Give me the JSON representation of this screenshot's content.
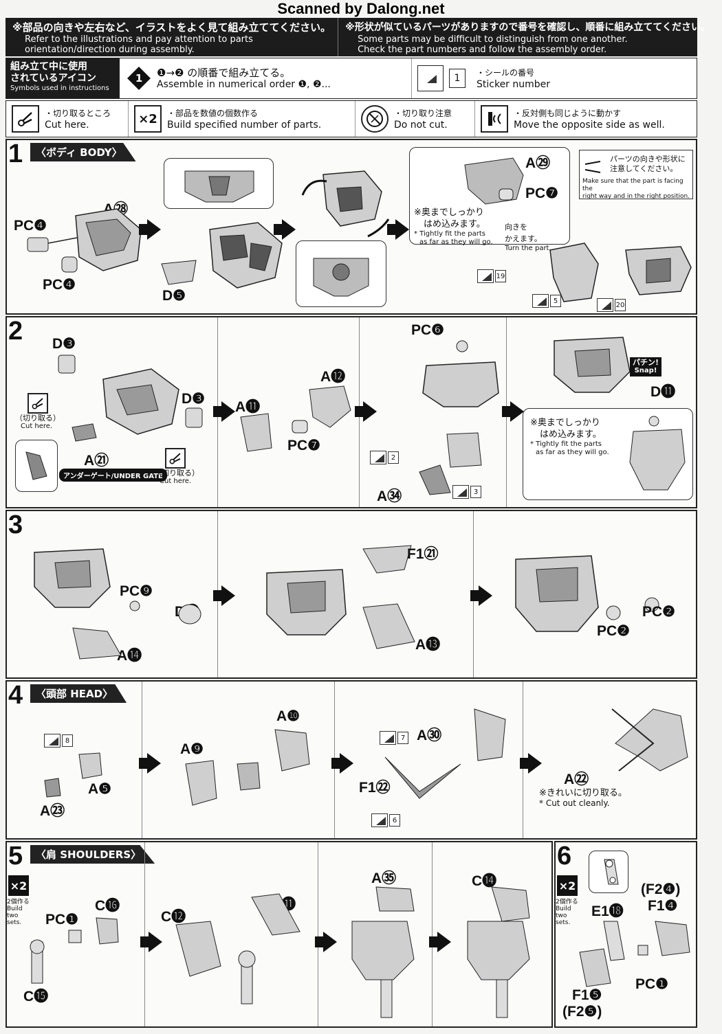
{
  "watermark": "Scanned by Dalong.net",
  "banner": {
    "left_jp": "※部品の向きや左右など、イラストをよく見て組み立ててください。",
    "left_en1": "Refer to the illustrations and pay attention to parts",
    "left_en2": "orientation/direction during assembly.",
    "right_jp": "※形状が似ているパーツがありますので番号を確認し、順番に組み立ててください。",
    "right_en1": "Some parts may be difficult to distinguish from one another.",
    "right_en2": "Check the part numbers and follow the assembly order."
  },
  "legend": {
    "title_jp1": "組み立て中に使用",
    "title_jp2": "されているアイコン",
    "title_en": "Symbols used in instructions",
    "order_jp": "❶→❷ の順番で組み立てる。",
    "order_en": "Assemble in numerical order ❶, ❷...",
    "sticker_jp": "・シールの番号",
    "sticker_en": "Sticker number",
    "sticker_icon_num": "1",
    "cut_jp": "・切り取るところ",
    "cut_en": "Cut here.",
    "build_icon": "×2",
    "build_jp": "・部品を数値の個数作る",
    "build_en": "Build specified number of parts.",
    "nocut_jp": "・切り取り注意",
    "nocut_en": "Do not cut.",
    "move_jp": "・反対側も同じように動かす",
    "move_en": "Move the opposite side as well."
  },
  "steps": {
    "s1": {
      "num": "1",
      "title": "〈ボディ BODY〉",
      "parts": [
        "PC❹",
        "A㉘",
        "PC❹",
        "D❺",
        "A㉙",
        "PC❼"
      ],
      "note1_jp1": "※奥までしっかり",
      "note1_jp2": "はめ込みます。",
      "note1_en1": "* Tightly fit the parts",
      "note1_en2": "as far as they will go.",
      "note2_jp1": "向きを",
      "note2_jp2": "かえます。",
      "note2_en": "Turn the part.",
      "orient_jp1": "パーツの向きや形状に",
      "orient_jp2": "注意してください。",
      "orient_en1": "Make sure that the part is facing the",
      "orient_en2": "right way and in the right position.",
      "stickers": [
        "19",
        "5",
        "20"
      ]
    },
    "s2": {
      "num": "2",
      "parts": [
        "D❸",
        "D❸",
        "A㉑",
        "A⓫",
        "A⓬",
        "PC❼",
        "PC❻",
        "A㉞",
        "D⓫"
      ],
      "cut_jp": "（切り取る）",
      "cut_en": "Cut here.",
      "undergate": "アンダーゲート/UNDER GATE",
      "snap1": "パチン!",
      "snap2": "Snap!",
      "note_jp1": "※奥までしっかり",
      "note_jp2": "はめ込みます。",
      "note_en1": "* Tightly fit the parts",
      "note_en2": "as far as they will go.",
      "stickers": [
        "2",
        "3"
      ]
    },
    "s3": {
      "num": "3",
      "parts": [
        "PC❾",
        "D⓬",
        "A⓮",
        "F1㉑",
        "A⓭",
        "PC❷",
        "PC❷"
      ]
    },
    "s4": {
      "num": "4",
      "title": "〈頭部 HEAD〉",
      "parts": [
        "A❺",
        "A㉓",
        "A❾",
        "A❿",
        "A㉚",
        "F1㉒",
        "A㉒"
      ],
      "note_jp": "※きれいに切り取る。",
      "note_en": "* Cut out cleanly.",
      "stickers": [
        "8",
        "7",
        "6"
      ]
    },
    "s5": {
      "num": "5",
      "title": "〈肩 SHOULDERS〉",
      "x2_jp": "2個作る",
      "x2_en": "Build two sets.",
      "parts": [
        "PC❶",
        "C⓰",
        "C⓯",
        "C⓬",
        "C⓫",
        "A㉟",
        "C⓮"
      ]
    },
    "s6": {
      "num": "6",
      "x2_jp": "2個作る",
      "x2_en": "Build two sets.",
      "parts": [
        "(F2❹)",
        "F1❹",
        "E1⓲",
        "PC❶",
        "F1❺",
        "(F2❺)"
      ]
    }
  }
}
